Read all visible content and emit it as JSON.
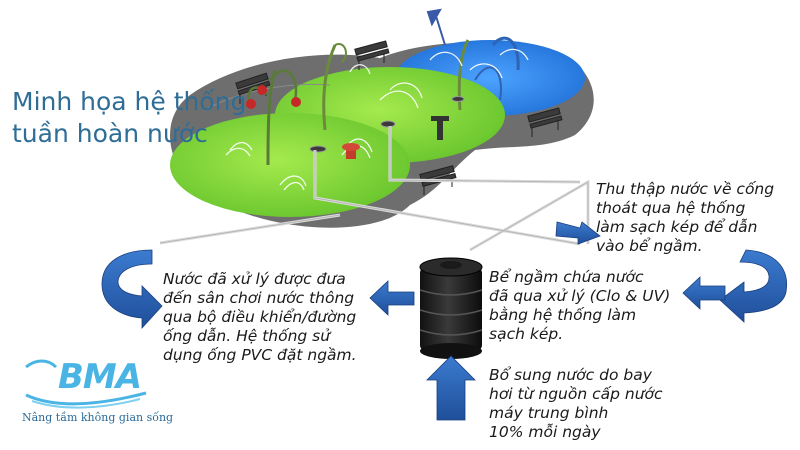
{
  "title": {
    "line1": "Minh họa hệ thống",
    "line2": "tuần hoàn nước"
  },
  "notes": {
    "collect": [
      "Thu thập nước về cống",
      "thoát qua hệ thống",
      "làm sạch kép để dẫn",
      "vào bể ngầm."
    ],
    "tank": [
      "Bể ngầm chứa nước",
      "đã qua xử lý (Clo & UV)",
      "bằng hệ thống làm",
      "sạch kép."
    ],
    "play": [
      "Nước đã xử lý được đưa",
      "đến sân chơi nước thông",
      "qua bộ điều khiển/đường",
      "ống dẫn. Hệ thống sử",
      "dụng ống PVC đặt ngầm."
    ],
    "supply": [
      "Bổ sung nước do bay",
      "hơi từ nguồn cấp nước",
      "máy trung bình",
      "10% mỗi ngày"
    ]
  },
  "logo": {
    "word": "BMA",
    "tagline": "Nâng tầm không gian sống"
  },
  "colors": {
    "title": "#2e6d96",
    "arrow": "#2f63b4",
    "grass": "#8ed93b",
    "grass_dark": "#5fb82a",
    "pool": "#2b7fe6",
    "ground": "#6e6e6e",
    "logo": "#4ab5e4"
  },
  "icons": [
    "park-bench-icon",
    "water-jet-icon",
    "fountain-icon",
    "underground-tank-icon",
    "flow-arrow-icon"
  ]
}
